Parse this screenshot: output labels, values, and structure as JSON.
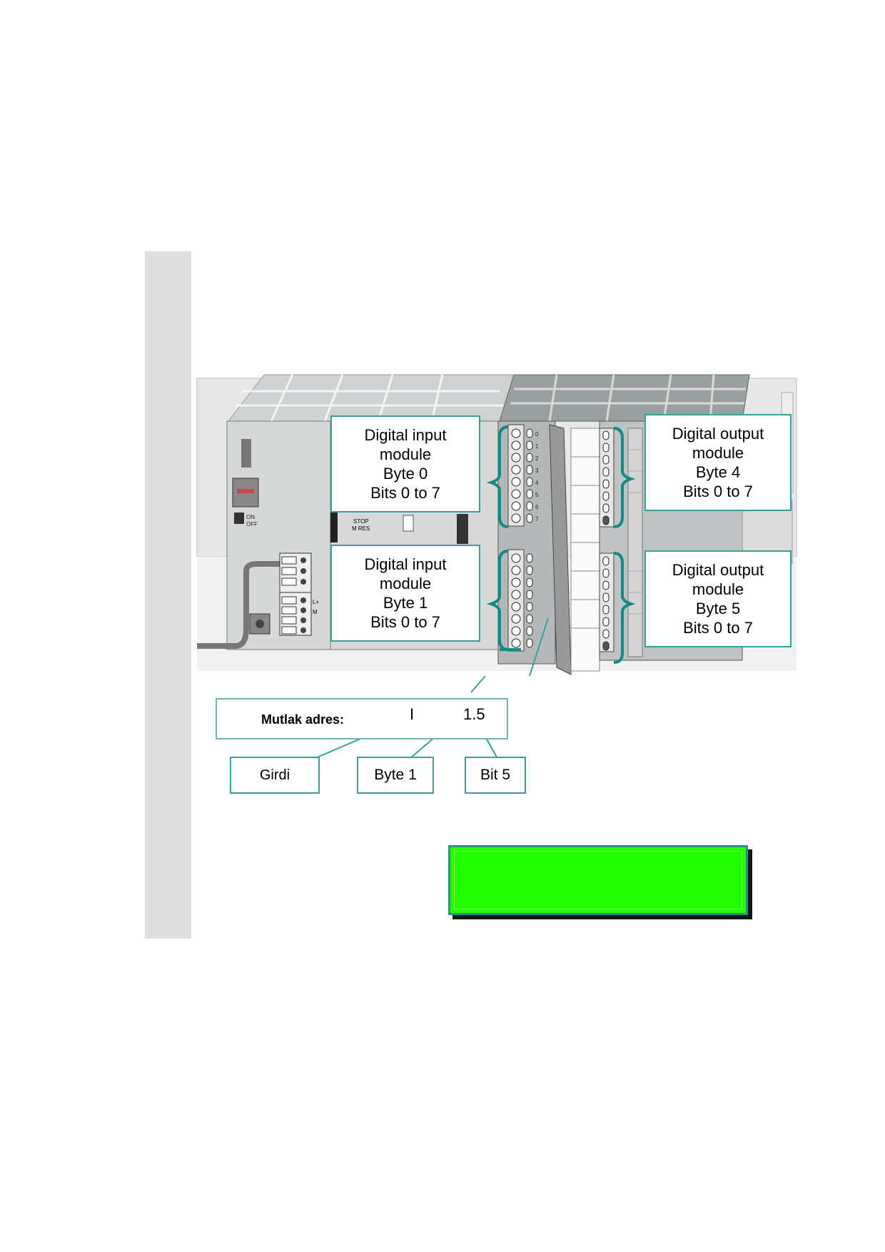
{
  "callouts": {
    "input_byte0": {
      "line1": "Digital input",
      "line2": "module",
      "line3": "Byte 0",
      "line4": "Bits 0 to 7"
    },
    "input_byte1": {
      "line1": "Digital input",
      "line2": "module",
      "line3": "Byte 1",
      "line4": "Bits 0 to 7"
    },
    "output_byte4": {
      "line1": "Digital output",
      "line2": "module",
      "line3": "Byte 4",
      "line4": "Bits 0 to 7"
    },
    "output_byte5": {
      "line1": "Digital output",
      "line2": "module",
      "line3": "Byte 5",
      "line4": "Bits 0 to 7"
    }
  },
  "address": {
    "label": "Mutlak adres:",
    "letter": "I",
    "number": "1.5"
  },
  "parts": {
    "girdi": "Girdi",
    "byte": "Byte 1",
    "bit": "Bit 5"
  },
  "device_labels": {
    "on": "ON",
    "off": "OFF",
    "stop": "STOP",
    "mres": "M RES",
    "bits": [
      "0",
      "1",
      "2",
      "3",
      "4",
      "5",
      "6",
      "7"
    ],
    "terminal_l1": "L+",
    "terminal_m": "M"
  },
  "colors": {
    "callout_border": "#3a9e9a",
    "bracket": "#138a86",
    "panel_green": "#22ff00",
    "sidebar": "#dedede"
  }
}
